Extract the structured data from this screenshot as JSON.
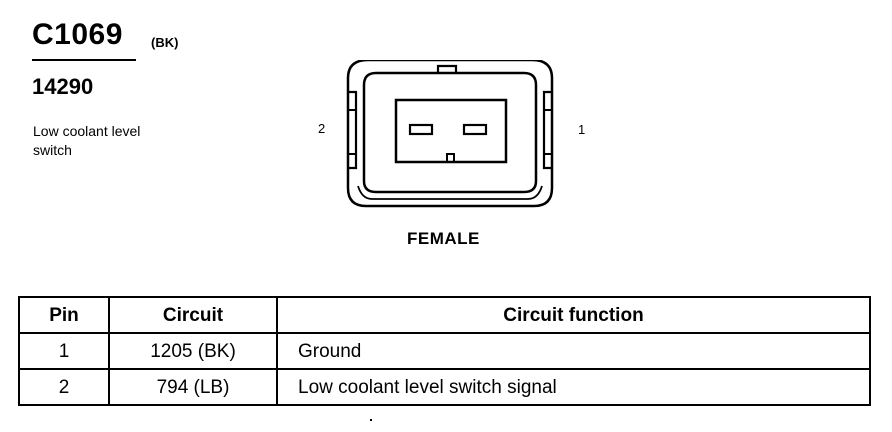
{
  "connector": {
    "id": "C1069",
    "color": "(BK)",
    "part_number": "14290",
    "description": "Low coolant level switch",
    "gender": "FEMALE",
    "pin_labels": {
      "left": "2",
      "right": "1"
    }
  },
  "pin_table": {
    "headers": [
      "Pin",
      "Circuit",
      "Circuit function"
    ],
    "rows": [
      [
        "1",
        "1205 (BK)",
        "Ground"
      ],
      [
        "2",
        "794 (LB)",
        "Low coolant level switch signal"
      ]
    ]
  }
}
